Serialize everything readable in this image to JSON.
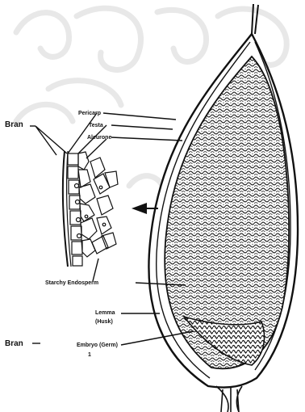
{
  "labels": {
    "bran_top": "Bran",
    "pericarp": "Pericarp",
    "testa": "Testa",
    "aleurone": "Aleurone",
    "starchy_endosperm": "Starchy Endosperm",
    "lemma": "Lemma",
    "lemma_sub": "(Husk)",
    "bran_bottom": "Bran",
    "embryo": "Embryo (Germ)",
    "embryo_index": "1"
  },
  "colors": {
    "ink": "#111111",
    "watermark": "#e8e8e8",
    "background": "#ffffff"
  }
}
